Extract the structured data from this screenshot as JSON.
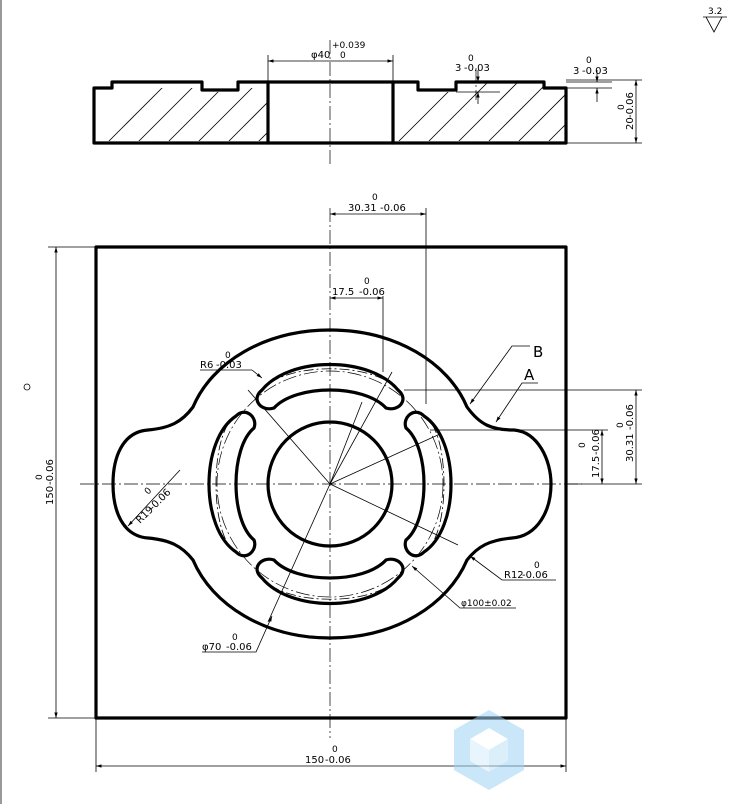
{
  "drawing": {
    "surface_finish": "3.2",
    "section_view": {
      "bore_dia": "φ40",
      "bore_tol_upper": "+0.039",
      "bore_tol_lower": "0",
      "slot_depth_nom": "3",
      "slot_depth_upper": "0",
      "slot_depth_lower": "-0.03",
      "step_depth_nom": "3",
      "step_depth_upper": "0",
      "step_depth_lower": "-0.03",
      "thickness_nom": "20",
      "thickness_upper": "0",
      "thickness_lower": "-0.06"
    },
    "plan_view": {
      "width_top_nom": "30.31",
      "width_top_upper": "0",
      "width_top_lower": "-0.06",
      "width_inner_nom": "17.5",
      "width_inner_upper": "0",
      "width_inner_lower": "-0.06",
      "radius_slot_nom": "R6",
      "radius_slot_upper": "0",
      "radius_slot_lower": "-0.03",
      "label_b": "B",
      "label_a": "A",
      "side_outer_nom": "30.31",
      "side_outer_upper": "0",
      "side_outer_lower": "-0.06",
      "side_inner_nom": "17.5",
      "side_inner_upper": "0",
      "side_inner_lower": "-0.06",
      "height_nom": "150",
      "height_upper": "0",
      "height_lower": "-0.06",
      "lobe_radius_nom": "R19",
      "lobe_radius_upper": "0",
      "lobe_radius_lower": "-0.06",
      "fillet_radius_nom": "R12",
      "fillet_radius_upper": "0",
      "fillet_radius_lower": "-0.06",
      "pitch_dia": "φ100±0.02",
      "center_dia_nom": "φ70",
      "center_dia_upper": "0",
      "center_dia_lower": "-0.06",
      "width_bottom_nom": "150",
      "width_bottom_upper": "0",
      "width_bottom_lower": "-0.06"
    }
  }
}
